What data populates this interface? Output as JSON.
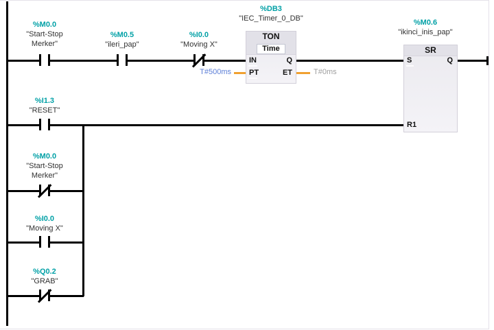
{
  "network": {
    "rung1": {
      "contact1": {
        "tag": "%M0.0",
        "name": "\"Start-Stop Merker\"",
        "kind": "NO"
      },
      "contact2": {
        "tag": "%M0.5",
        "name": "\"ileri_pap\"",
        "kind": "NO"
      },
      "contact3": {
        "tag": "%I0.0",
        "name": "\"Moving X\"",
        "kind": "NC"
      }
    },
    "timer_block": {
      "db_tag": "%DB3",
      "db_name": "\"IEC_Timer_0_DB\"",
      "instruction": "TON",
      "data_type": "Time",
      "port_in": "IN",
      "port_pt": "PT",
      "port_q": "Q",
      "port_et": "ET",
      "pt_constant": "T#500ms",
      "et_monitor": "T#0ms"
    },
    "sr_block": {
      "tag": "%M0.6",
      "name": "\"ikinci_inis_pap\"",
      "instruction": "SR",
      "port_s": "S",
      "port_r1": "R1",
      "port_q": "Q"
    },
    "reset_rung": {
      "contact_reset": {
        "tag": "%I1.3",
        "name": "\"RESET\"",
        "kind": "NO"
      },
      "branch_contact1": {
        "tag": "%M0.0",
        "name": "\"Start-Stop Merker\"",
        "kind": "NC"
      },
      "branch_contact2": {
        "tag": "%I0.0",
        "name": "\"Moving X\"",
        "kind": "NO"
      },
      "branch_contact3": {
        "tag": "%Q0.2",
        "name": "\"GRAB\"",
        "kind": "NC"
      }
    }
  },
  "colors": {
    "operand_tag_teal": "#00a0a6",
    "operand_name": "#303030",
    "constant_blue": "#5b7ed7",
    "monitor_gray": "#9e9e9e",
    "timer_wire_orange": "#f0a030",
    "wire_black": "#000000",
    "block_fill": "#f0eff4",
    "block_header": "#e2e1e8"
  }
}
